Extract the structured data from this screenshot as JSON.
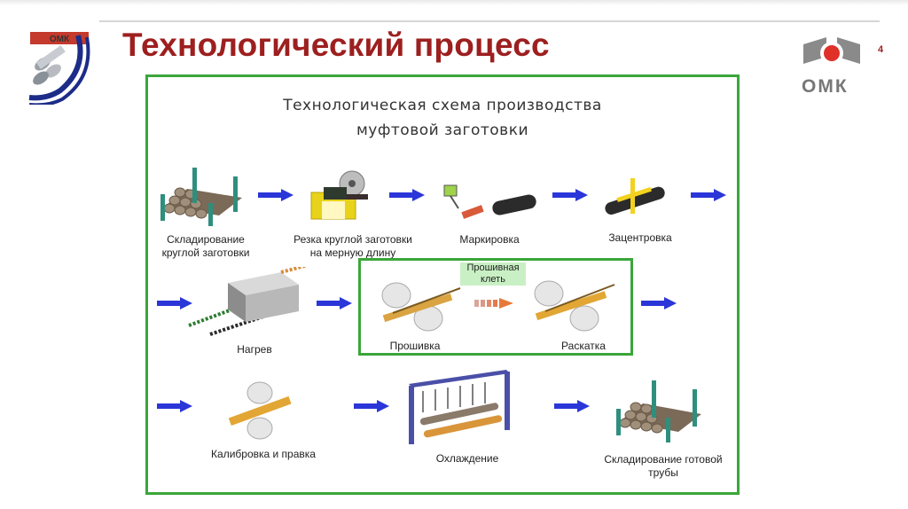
{
  "header": {
    "title": "Технологический процесс",
    "slide_number": "4",
    "brand_right": "ОМК",
    "logo_left_caption": "ОМК"
  },
  "diagram": {
    "title_line1": "Технологическая схема производства",
    "title_line2": "муфтовой заготовки",
    "steps": {
      "storage_round": [
        "Складирование",
        "круглой заготовки"
      ],
      "cutting": [
        "Резка круглой заготовки",
        "на мерную длину"
      ],
      "marking": "Маркировка",
      "centering": "Зацентровка",
      "heating": "Нагрев",
      "piercing_stand": [
        "Прошивная",
        "клеть"
      ],
      "piercing": "Прошивка",
      "rolling": "Раскатка",
      "calibration": "Калибровка и правка",
      "cooling": "Охлаждение",
      "storage_pipe": [
        "Складирование готовой",
        "трубы"
      ]
    }
  },
  "colors": {
    "title_red": "#9d1f1f",
    "frame_green": "#3aa63a",
    "arrow_blue": "#2a36d8",
    "stand_bg": "#c9f0c4"
  },
  "icons": {
    "flow_arrow": "arrow-right-icon"
  }
}
